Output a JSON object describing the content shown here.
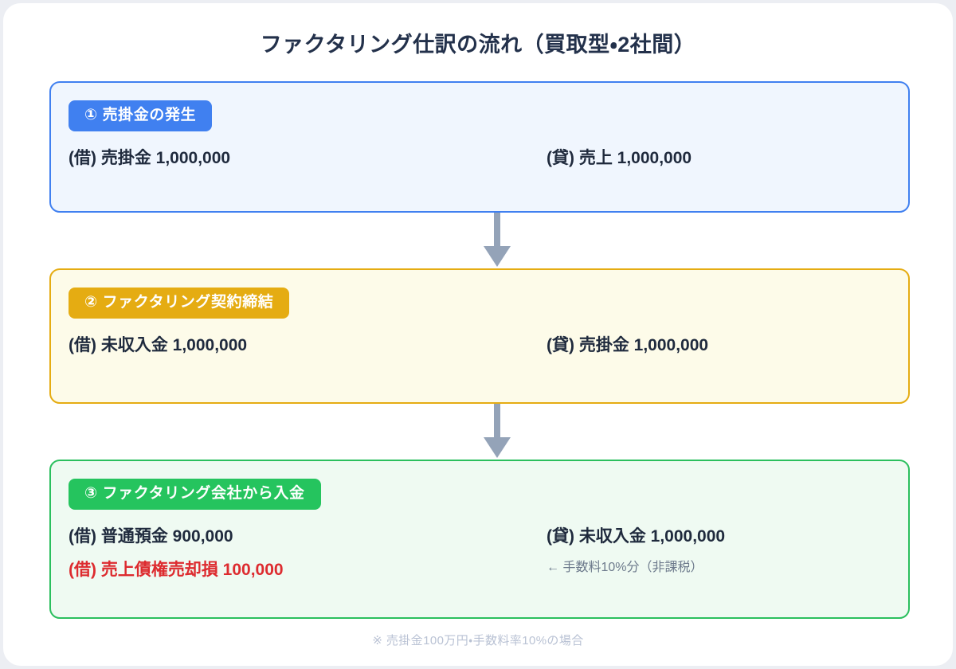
{
  "page": {
    "title": "ファクタリング仕訳の流れ（買取型・2社間）",
    "footnote": "※ 売掛金100万円・手数料率10%の場合",
    "background_color": "#eceef3",
    "card_color": "#ffffff",
    "title_color": "#23314b",
    "footnote_color": "#b9c2d4",
    "arrow_color": "#94a3b8"
  },
  "steps": [
    {
      "badge": "① 売掛金の発生",
      "accent": "#4080f0",
      "background": "#f0f6fe",
      "debit_1": "(借) 売掛金 1,000,000",
      "credit_1": "(貸) 売上 1,000,000"
    },
    {
      "badge": "② ファクタリング契約締結",
      "accent": "#e5ac12",
      "background": "#fdfbe9",
      "debit_1": "(借) 未収入金 1,000,000",
      "credit_1": "(貸) 売掛金 1,000,000"
    },
    {
      "badge": "③ ファクタリング会社から入金",
      "accent": "#25c45e",
      "background": "#effaf2",
      "debit_1": "(借) 普通預金 900,000",
      "debit_2": "(借) 売上債権売却損 100,000",
      "debit_2_color": "#dd2b2f",
      "credit_1": "(貸) 未収入金 1,000,000",
      "credit_note": "← 手数料10%分（非課税）"
    }
  ]
}
